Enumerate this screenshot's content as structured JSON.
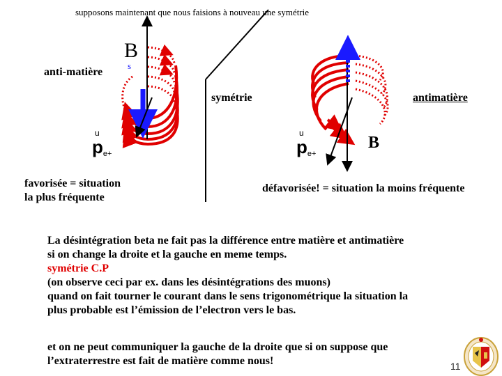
{
  "slide": {
    "top_line": "supposons maintenant que nous faisions à nouveau une symétrie",
    "left_field_label": "B",
    "spin_label": "s",
    "anti_label": "anti-matière",
    "symmetry_label": "symétrie",
    "antimatter_label": "antimatière",
    "right_field_label": "B",
    "pe_left": {
      "letter": "p",
      "subscript": "e+",
      "hat": "u"
    },
    "pe_right": {
      "letter": "p",
      "subscript": "e+",
      "hat": "u"
    },
    "favored_line1": "favorisée = situation",
    "favored_line2": "la plus fréquente",
    "disfavored": "défavorisée! = situation la moins fréquente",
    "para_line1": "La désintégration beta ne fait pas la différence entre matière et antimatière",
    "para_line2": "si on change la droite et la gauche en meme temps.",
    "para_line3": "symétrie C.P",
    "para_line4": "(on observe ceci par ex. dans les désintégrations des muons)",
    "para_line5": "quand on fait tourner le courant dans le sens trigonométrique la situation la",
    "para_line6": "plus probable est l’émission de l’electron vers le bas.",
    "last_line1": "et on ne peut communiquer la gauche de la droite que si on suppose que",
    "last_line2": "l’extraterrestre est fait de matière comme nous!",
    "page_number": "11"
  },
  "colors": {
    "coil": "#e00000",
    "spin": "#1a1aff",
    "accent_text": "#e00000"
  }
}
